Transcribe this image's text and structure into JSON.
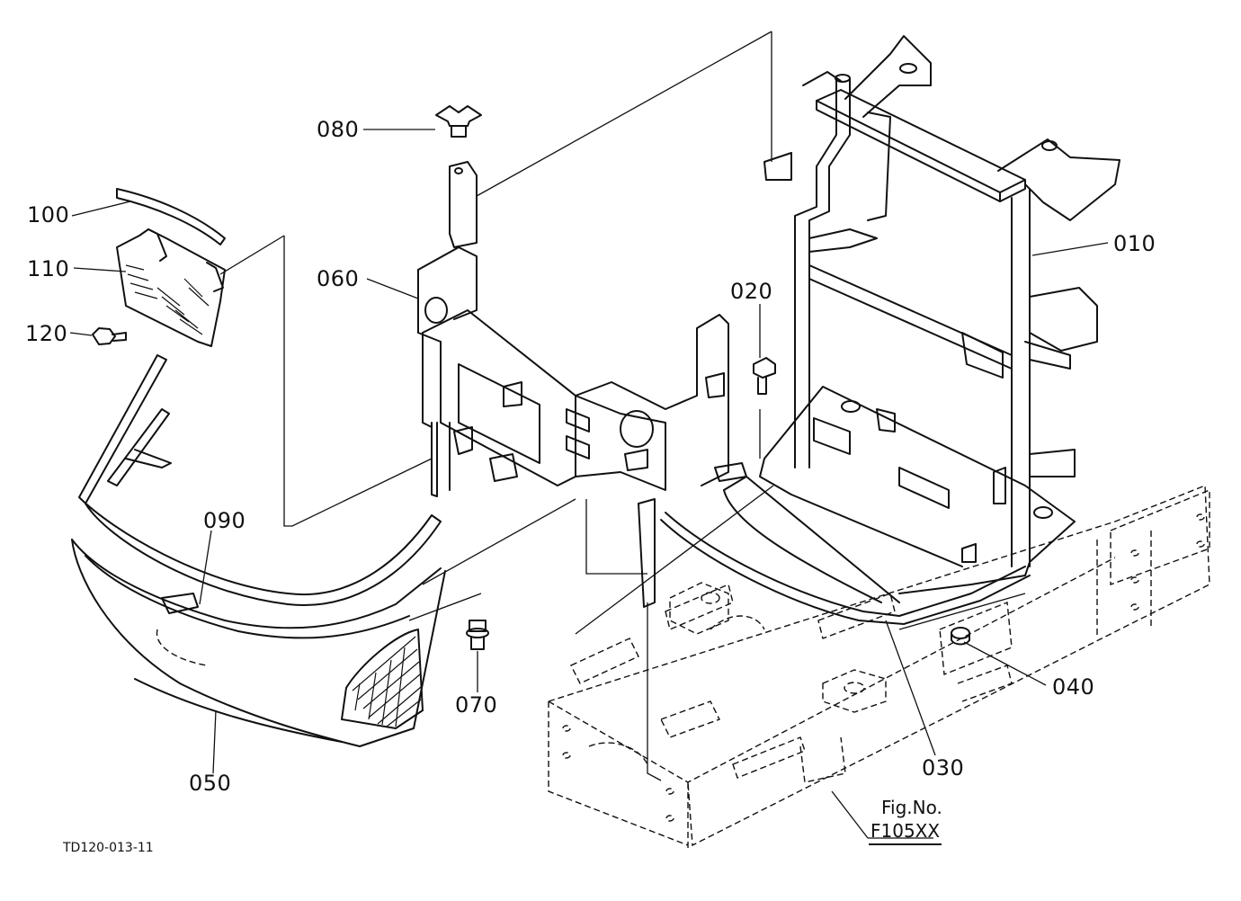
{
  "callouts": {
    "p010": "010",
    "p020": "020",
    "p030": "030",
    "p040": "040",
    "p050": "050",
    "p060": "060",
    "p070": "070",
    "p080": "080",
    "p090": "090",
    "p100": "100",
    "p110": "110",
    "p120": "120"
  },
  "drawing_code": "TD120-013-11",
  "figure": {
    "label": "Fig.No.",
    "number": "F105XX"
  },
  "colors": {
    "line": "#111111",
    "background": "#ffffff"
  }
}
